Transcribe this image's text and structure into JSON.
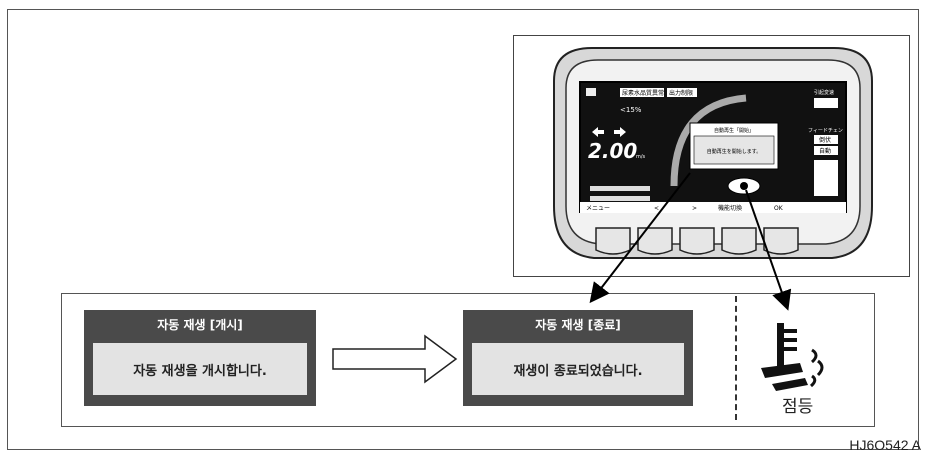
{
  "figure_code": "HJ6O542 A",
  "lamp_state": "점등",
  "dashboard": {
    "header_badges": [
      "尿素水品質異常",
      "出力制限"
    ],
    "popup_title": "自動再生「開始」",
    "popup_message": "自動再生を開始します。",
    "speed_value": "2.00",
    "speed_unit": "m/s",
    "fuel_pct": "<15%",
    "right_label_top": "引起変速",
    "right_label_mid": "フィードチェン",
    "right_badge_1": "倒伏",
    "right_badge_2": "自動",
    "softkeys": [
      "メニュー",
      "<",
      ">",
      "機能切換",
      "OK"
    ]
  },
  "popups": {
    "start": {
      "title": "자동 재생 [개시]",
      "message": "자동 재생을 개시합니다."
    },
    "end": {
      "title": "자동 재생 [종료]",
      "message": "재생이 종료되었습니다."
    }
  }
}
